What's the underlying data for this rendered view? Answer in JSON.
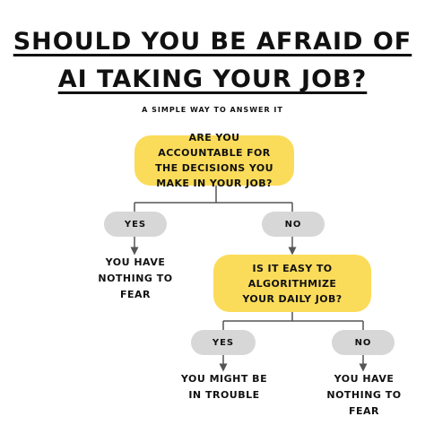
{
  "title": {
    "line1": "SHOULD YOU BE AFRAID OF",
    "line2": "AI TAKING YOUR JOB?"
  },
  "subtitle": "A SIMPLE WAY TO ANSWER IT",
  "question1": "ARE YOU ACCOUNTABLE FOR THE DECISIONS YOU MAKE IN YOUR JOB?",
  "q1_yes": "YES",
  "q1_no": "NO",
  "q1_yes_outcome": "YOU HAVE NOTHING TO FEAR",
  "question2": "IS IT EASY TO ALGORITHMIZE YOUR DAILY JOB?",
  "q2_yes": "YES",
  "q2_no": "NO",
  "q2_yes_outcome": "YOU MIGHT BE IN TROUBLE",
  "q2_no_outcome": "YOU HAVE NOTHING TO FEAR",
  "colors": {
    "question_fill": "#fbdc5a",
    "answer_fill": "#d7d7d7",
    "connector": "#555555"
  }
}
